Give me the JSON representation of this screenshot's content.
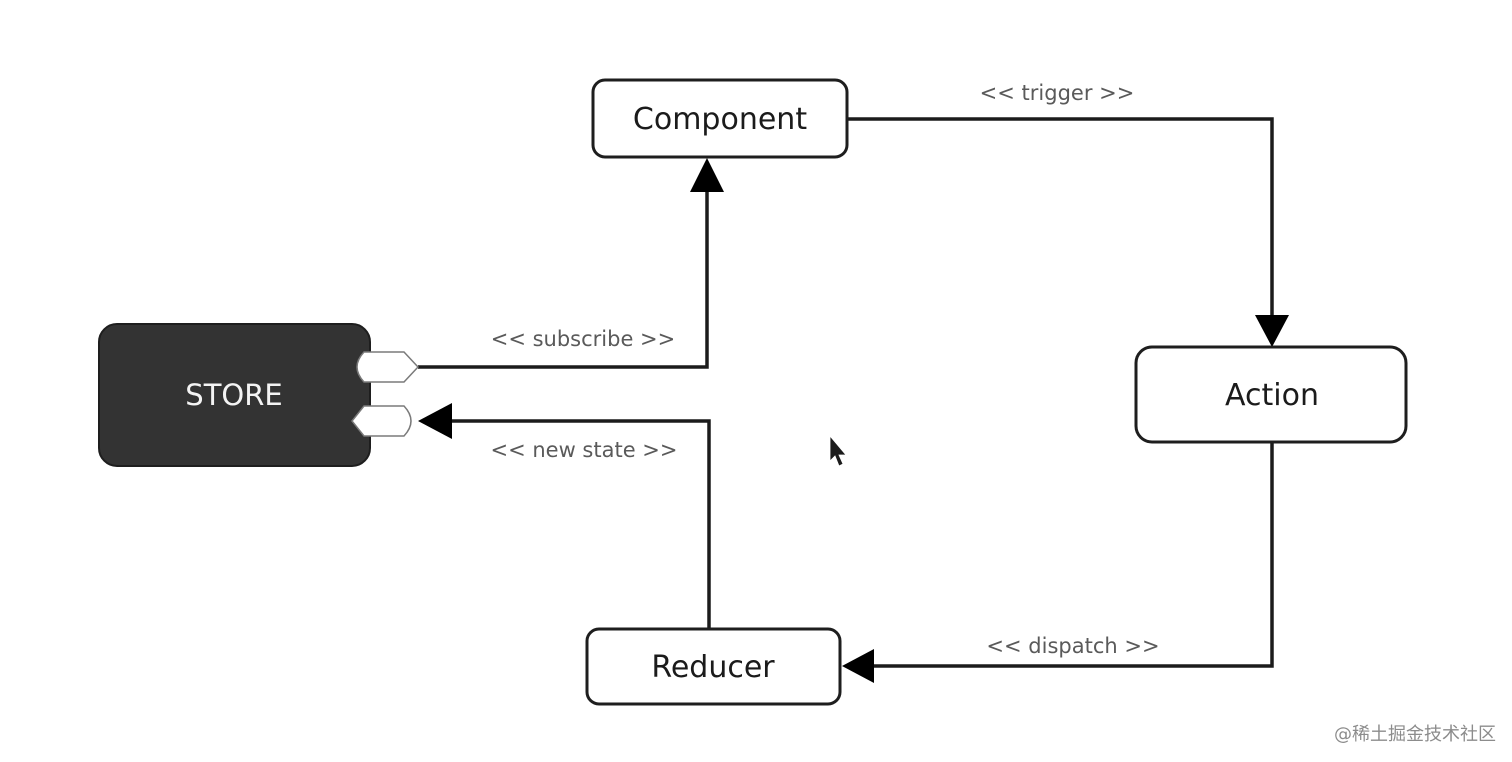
{
  "nodes": {
    "component": "Component",
    "action": "Action",
    "reducer": "Reducer",
    "store": "STORE"
  },
  "edges": {
    "trigger": "<< trigger >>",
    "subscribe": "<< subscribe >>",
    "new_state": "<< new state >>",
    "dispatch": "<< dispatch >>"
  },
  "watermark": "@稀土掘金技术社区",
  "colors": {
    "store_fill": "#333333",
    "line": "#1b1b1b",
    "label": "#5a5a5a"
  }
}
